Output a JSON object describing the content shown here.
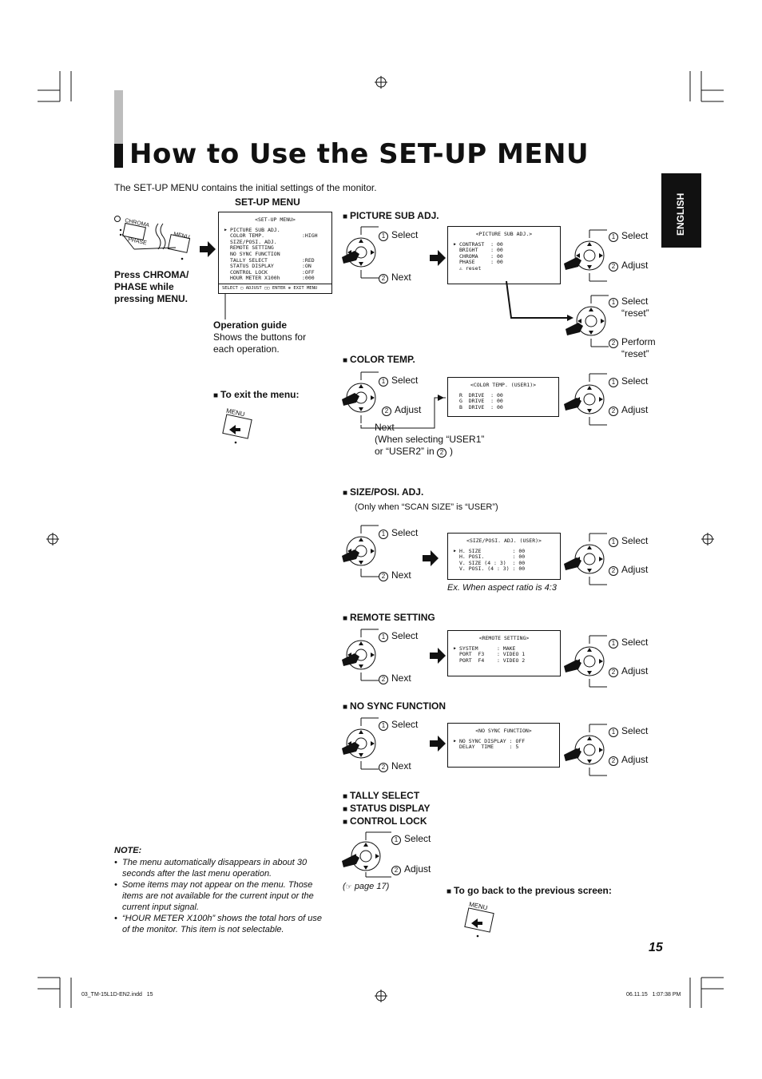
{
  "title": "How to Use the SET-UP MENU",
  "intro": "The SET-UP MENU contains the initial settings of the monitor.",
  "side_tab": "ENGLISH",
  "page_number": "15",
  "footer": {
    "file": "03_TM-15L1D-EN2.indd   15",
    "stamp": "06.11.15   1:07:38 PM"
  },
  "setup_menu": {
    "heading": "SET-UP MENU",
    "buttons": {
      "chroma": "CHROMA",
      "phase": "PHASE",
      "menu": "MENU"
    },
    "press_instruction": "Press CHROMA/ PHASE while pressing MENU.",
    "osd_title": "<SET-UP MENU>",
    "osd_rows": [
      "PICTURE SUB ADJ.",
      "COLOR TEMP.            :HIGH",
      "SIZE/POSI. ADJ.",
      "REMOTE SETTING",
      "NO SYNC FUNCTION",
      "TALLY SELECT           :RED",
      "STATUS DISPLAY         :ON",
      "CONTROL LOCK           :OFF",
      "HOUR METER X100h       :000"
    ],
    "osd_guide": "SELECT ▢ ADJUST ▢▢ ENTER ⊕   EXIT MENU",
    "operation_guide_title": "Operation guide",
    "operation_guide_text": "Shows the buttons for each operation.",
    "exit_heading": "To exit the menu:",
    "exit_button": "MENU"
  },
  "labels": {
    "select": "Select",
    "next": "Next",
    "adjust": "Adjust",
    "select_reset": "Select “reset”",
    "perform_reset": "Perform “reset”",
    "circ1": "1",
    "circ2": "2"
  },
  "sections": {
    "picture": {
      "heading": "PICTURE SUB ADJ.",
      "osd_title": "<PICTURE SUB ADJ.>",
      "osd_rows": [
        "CONTRAST  : 00",
        "BRIGHT    : 00",
        "CHROMA    : 00",
        "PHASE     : 00",
        "⚠ reset"
      ]
    },
    "color": {
      "heading": "COLOR TEMP.",
      "osd_title": "<COLOR TEMP. (USER1)>",
      "osd_rows": [
        "R  DRIVE  : 00",
        "G  DRIVE  : 00",
        "B  DRIVE  : 00"
      ],
      "next_note": "Next (When selecting “USER1” or “USER2” in ②)"
    },
    "size": {
      "heading": "SIZE/POSI. ADJ.",
      "subnote": "(Only when “SCAN SIZE” is “USER”)",
      "osd_title": "<SIZE/POSI. ADJ. (USER)>",
      "osd_rows": [
        "H. SIZE          : 00",
        "H. POSI.         : 00",
        "V. SIZE (4 : 3)  : 00",
        "V. POSI. (4 : 3) : 00"
      ],
      "caption": "Ex. When aspect ratio is 4:3"
    },
    "remote": {
      "heading": "REMOTE SETTING",
      "osd_title": "<REMOTE SETTING>",
      "osd_rows": [
        "SYSTEM      : MAKE",
        "PORT  F3    : VIDEO 1",
        "PORT  F4    : VIDEO 2"
      ]
    },
    "nosync": {
      "heading": "NO SYNC FUNCTION",
      "osd_title": "<NO SYNC FUNCTION>",
      "osd_rows": [
        "NO SYNC DISPLAY : OFF",
        "DELAY  TIME     : 5"
      ]
    },
    "tally": {
      "headings": [
        "TALLY SELECT",
        "STATUS DISPLAY",
        "CONTROL LOCK"
      ],
      "page_ref": "page 17)"
    },
    "goback": {
      "heading": "To go back to the previous screen:",
      "button": "MENU"
    }
  },
  "note": {
    "title": "NOTE:",
    "items": [
      "The menu automatically disappears in about 30 seconds after the last menu operation.",
      "Some items may not appear on the menu. Those items are not available for the current input or the current input signal.",
      "“HOUR METER X100h” shows the total hors of use of the monitor. This item is not selectable."
    ]
  }
}
